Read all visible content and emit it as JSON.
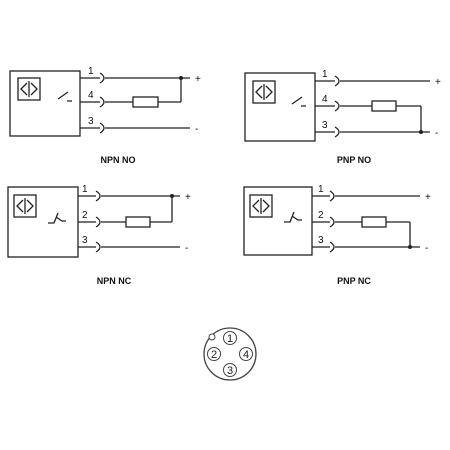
{
  "diagrams": [
    {
      "label": "NPN NO",
      "pins": [
        "1",
        "4",
        "3"
      ],
      "polarity": [
        "+",
        "-"
      ]
    },
    {
      "label": "PNP NO",
      "pins": [
        "1",
        "4",
        "3"
      ],
      "polarity": [
        "+",
        "-"
      ]
    },
    {
      "label": "NPN NC",
      "pins": [
        "1",
        "2",
        "3"
      ],
      "polarity": [
        "+",
        "-"
      ]
    },
    {
      "label": "PNP NC",
      "pins": [
        "1",
        "2",
        "3"
      ],
      "polarity": [
        "+",
        "-"
      ]
    }
  ],
  "connector": {
    "pins": [
      "1",
      "2",
      "3",
      "4"
    ]
  }
}
